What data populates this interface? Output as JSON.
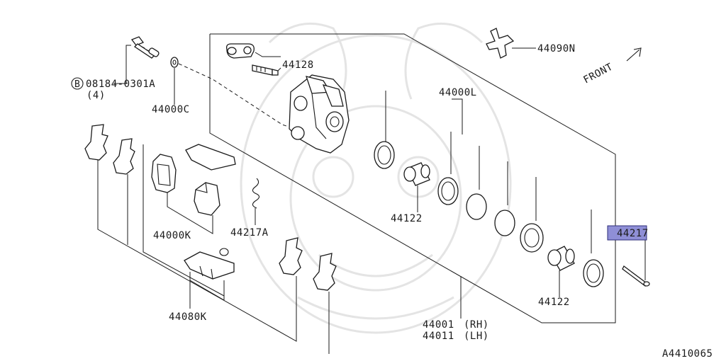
{
  "diagram_code": "A4410065",
  "direction_label": "FRONT",
  "highlight_color": "#8f8fd6",
  "parts": {
    "bolt": {
      "number": "08184-0301A",
      "qty": "(4)",
      "symbol": "B"
    },
    "washer": {
      "number": "44000C"
    },
    "bleeder": {
      "number": "44128"
    },
    "caliper_kit": {
      "number": "44000L"
    },
    "clip": {
      "number": "44090N"
    },
    "piston_upper": {
      "number": "44122"
    },
    "piston_lower": {
      "number": "44122"
    },
    "brake_pads": {
      "number": "44000K"
    },
    "spring": {
      "number": "44217A"
    },
    "shims": {
      "number": "44080K"
    },
    "caliper_rh": {
      "number": "44001",
      "side": "(RH)"
    },
    "caliper_lh": {
      "number": "44011",
      "side": "(LH)"
    },
    "pin": {
      "number": "44217"
    }
  }
}
